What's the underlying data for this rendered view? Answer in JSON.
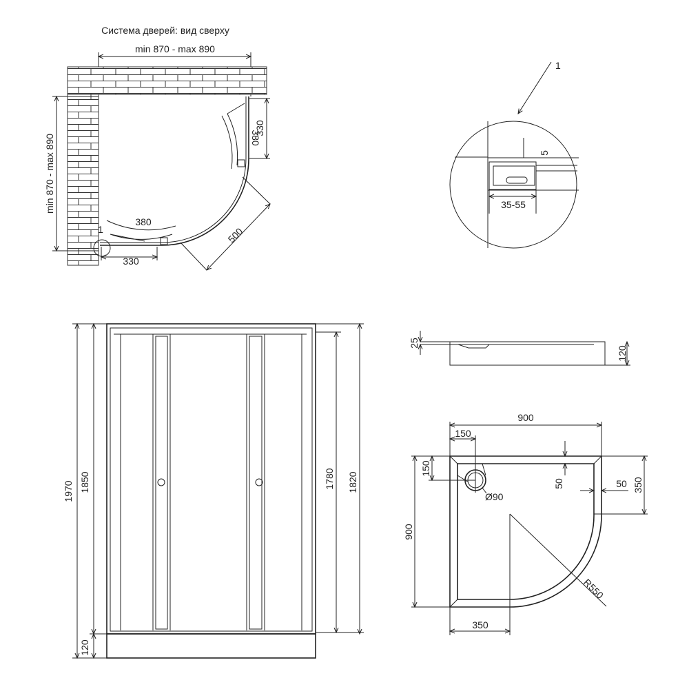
{
  "plan": {
    "title": "Система дверей: вид сверху",
    "width_dim": "min 870 - max 890",
    "depth_dim": "min 870 - max 890",
    "side_right": "330",
    "side_bottom": "330",
    "door_open_right": "380",
    "door_open_bottom": "380",
    "diagonal": "500",
    "callout": "1"
  },
  "detail": {
    "callout": "1",
    "gap": "5",
    "adjust": "35-55"
  },
  "front": {
    "total_height": "1970",
    "frame_height": "1850",
    "tray_height": "120",
    "door_height": "1780",
    "panel_height": "1820"
  },
  "tray_side": {
    "lip": "25",
    "height": "120"
  },
  "tray_plan": {
    "width": "900",
    "depth": "900",
    "drain_x": "150",
    "drain_y": "150",
    "drain_diameter": "Ø90",
    "rim_top": "50",
    "rim_right": "50",
    "straight_side": "350",
    "straight_bottom": "350",
    "radius": "R550"
  }
}
